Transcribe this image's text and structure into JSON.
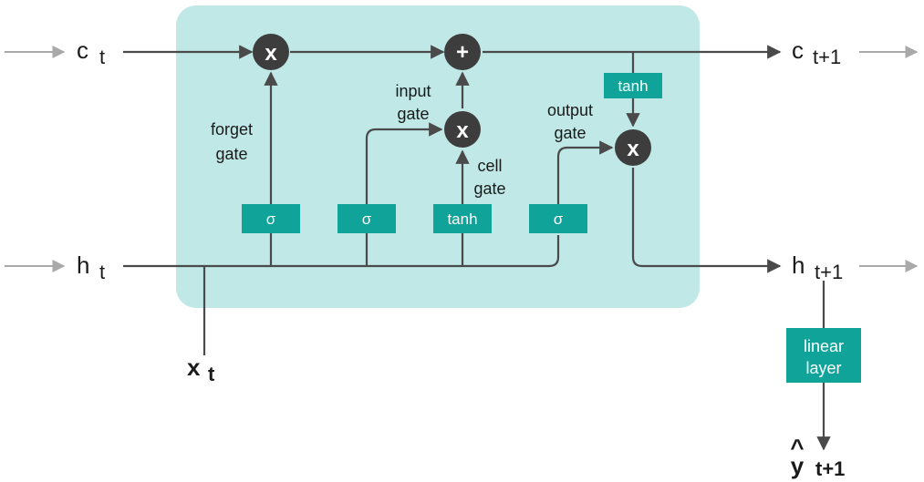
{
  "colors": {
    "cell_background": "#bfe8e6",
    "gate_box": "#0fa39a",
    "operator_circle": "#3d3d3d",
    "wire": "#4a4a4a",
    "passthrough_arrow": "#a9a9a9"
  },
  "inputs": {
    "c_var": "c",
    "c_sub": "t",
    "h_var": "h",
    "h_sub": "t",
    "x_var": "x",
    "x_sub": "t"
  },
  "outputs": {
    "c_var": "c",
    "c_sub": "t+1",
    "h_var": "h",
    "h_sub": "t+1",
    "y_var": "y",
    "y_hat": "^",
    "y_sub": "t+1"
  },
  "gates": {
    "forget_line1": "forget",
    "forget_line2": "gate",
    "input_line1": "input",
    "input_line2": "gate",
    "cell_line1": "cell",
    "cell_line2": "gate",
    "output_line1": "output",
    "output_line2": "gate"
  },
  "boxes": {
    "sigma_forget": "σ",
    "sigma_input": "σ",
    "tanh_cell": "tanh",
    "sigma_output": "σ",
    "tanh_state": "tanh",
    "linear_line1": "linear",
    "linear_line2": "layer"
  },
  "operators": {
    "forget_multiply": "x",
    "input_multiply": "x",
    "add": "+",
    "output_multiply": "x"
  }
}
